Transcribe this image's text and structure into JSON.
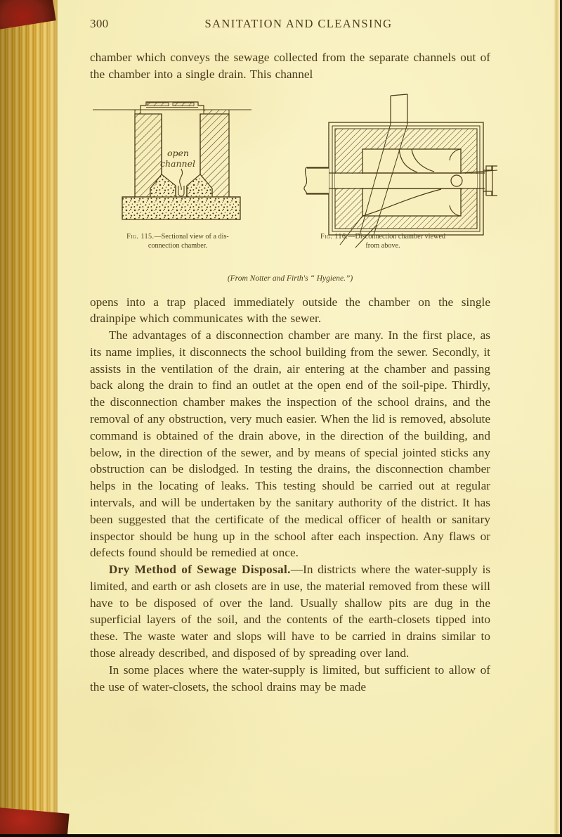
{
  "page": {
    "folio": "300",
    "running_head": "SANITATION AND CLEANSING"
  },
  "body": {
    "para_continued": "chamber which conveys the sewage collected from the separate channels out of the chamber into a single drain. This channel",
    "para_after_figs": "opens into a trap placed immediately outside the chamber on the single drainpipe which communicates with the sewer.",
    "para_advantages": "The advantages of a disconnection chamber are many. In the first place, as its name implies, it disconnects the school building from the sewer. Secondly, it assists in the ventilation of the drain, air entering at the chamber and passing back along the drain to find an outlet at the open end of the soil-pipe. Thirdly, the disconnection chamber makes the inspection of the school drains, and the removal of any obstruction, very much easier. When the lid is removed, absolute command is obtained of the drain above, in the direction of the building, and below, in the direction of the sewer, and by means of special jointed sticks any obstruction can be dislodged. In testing the drains, the disconnection chamber helps in the locating of leaks. This testing should be carried out at regular intervals, and will be undertaken by the sanitary authority of the district. It has been suggested that the certificate of the medical officer of health or sanitary inspector should be hung up in the school after each inspection. Any flaws or defects found should be remedied at once.",
    "heading_dry_method": "Dry Method of Sewage Disposal.",
    "para_dry_method_rest": "—In districts where the water-supply is limited, and earth or ash closets are in use, the material removed from these will have to be disposed of over the land. Usually shallow pits are dug in the superficial layers of the soil, and the contents of the earth-closets tipped into these. The waste water and slops will have to be carried in drains similar to those already described, and disposed of by spreading over land.",
    "para_final": "In some places where the water-supply is limited, but sufficient to allow of the use of water-closets, the school drains may be made"
  },
  "figures": {
    "left": {
      "number_label": "Fig. 115.",
      "caption_line1": "—Sectional view of a dis-",
      "caption_line2": "connection chamber.",
      "inline_label_line1": "open",
      "inline_label_line2": "channel"
    },
    "right": {
      "number_label": "Fig. 116.",
      "caption_line1": "—Disconnection chamber viewed",
      "caption_line2": "from above."
    },
    "credit": "(From Notter and Firth's “ Hygiene.”)"
  },
  "colors": {
    "paper": "#f7efbd",
    "ink": "#4a3a1b",
    "gutter_gold": "#d9ae3c",
    "binding_red": "#8b2214"
  }
}
